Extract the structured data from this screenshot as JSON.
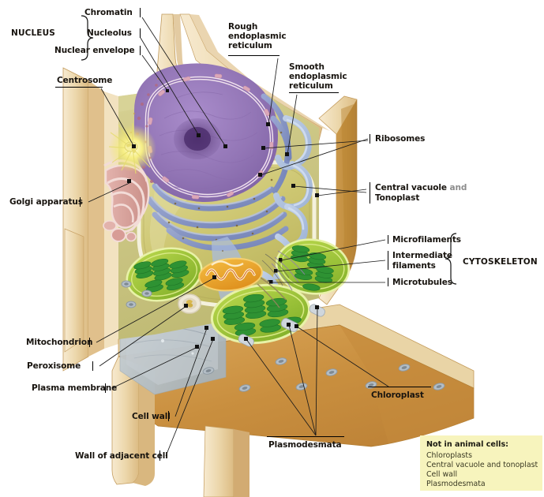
{
  "figure": {
    "title": "Plant cell structure cutaway diagram",
    "background": "#ffffff"
  },
  "groups": {
    "nucleus": {
      "label": "NUCLEUS"
    },
    "cytoskeleton": {
      "label": "CYTOSKELETON"
    }
  },
  "labels": {
    "chromatin": "Chromatin",
    "nucleolus": "Nucleolus",
    "nuclear_envelope": "Nuclear envelope",
    "centrosome": "Centrosome",
    "golgi": "Golgi apparatus",
    "mitochondrion": "Mitochondrion",
    "peroxisome": "Peroxisome",
    "plasma_membrane": "Plasma membrane",
    "cell_wall": "Cell wall",
    "wall_adjacent": "Wall of adjacent cell",
    "plasmodesmata": "Plasmodesmata",
    "chloroplast": "Chloroplast",
    "rough_er_l1": "Rough",
    "rough_er_l2": "endoplasmic",
    "rough_er_l3": "reticulum",
    "smooth_er_l1": "Smooth",
    "smooth_er_l2": "endoplasmic",
    "smooth_er_l3": "reticulum",
    "ribosomes": "Ribosomes",
    "central_vacuole_main": "Central vacuole",
    "central_vacuole_and": " and",
    "tonoplast": "Tonoplast",
    "microfilaments": "Microfilaments",
    "intermediate_l1": "Intermediate",
    "intermediate_l2": "filaments",
    "microtubules": "Microtubules"
  },
  "legend": {
    "title": "Not in animal cells:",
    "items": [
      "Chloroplasts",
      "Central vacuole and tonoplast",
      "Cell wall",
      "Plasmodesmata"
    ],
    "background": "#f7f4bd"
  },
  "colors": {
    "cell_wall_light": "#f0ddb4",
    "cell_wall_mid": "#e0bf84",
    "cell_wall_dark": "#c9953f",
    "cell_wall_floor": "#c68d3f",
    "cytosol": "#cfca86",
    "nucleus_purple": "#9478b8",
    "nucleolus": "#5d3f86",
    "rough_er_blue": "#7e8cc4",
    "smooth_er_blue": "#a9bcdc",
    "vacuole_olive": "#c9c26d",
    "chloroplast_green": "#9ec43a",
    "grana_green": "#2e9233",
    "golgi_pink": "#d79c96",
    "mitochondrion_orange": "#e8a22a",
    "peroxisome_cream": "#ece4d4",
    "membrane_grey": "#b9c3ca",
    "centrosome_yellow": "#f6ef8a",
    "leader_line": "#1a1a1a",
    "text": "#18140f"
  }
}
